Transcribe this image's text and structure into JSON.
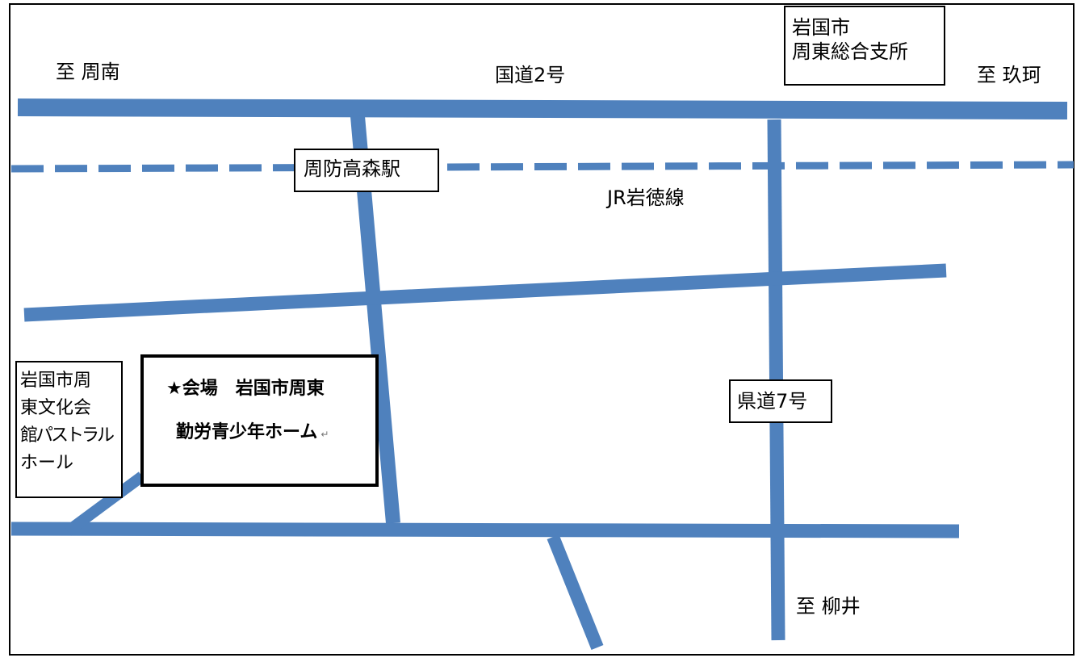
{
  "map": {
    "road_color": "#4f81bd",
    "labels": {
      "to_shunan": "至 周南",
      "route2": "国道2号",
      "to_kuga": "至 玖珂",
      "jr_line": "JR岩徳線",
      "to_yanai": "至 柳井"
    },
    "station": "周防高森駅",
    "office": [
      "岩国市",
      "周東総合支所"
    ],
    "route7": "県道7号",
    "hall": [
      "岩国市周",
      "東文化会",
      "館パストラル",
      "ホール"
    ],
    "venue": {
      "line1": "★会場　岩国市周東",
      "line2": "勤労青少年ホーム",
      "mark": "↵"
    }
  }
}
